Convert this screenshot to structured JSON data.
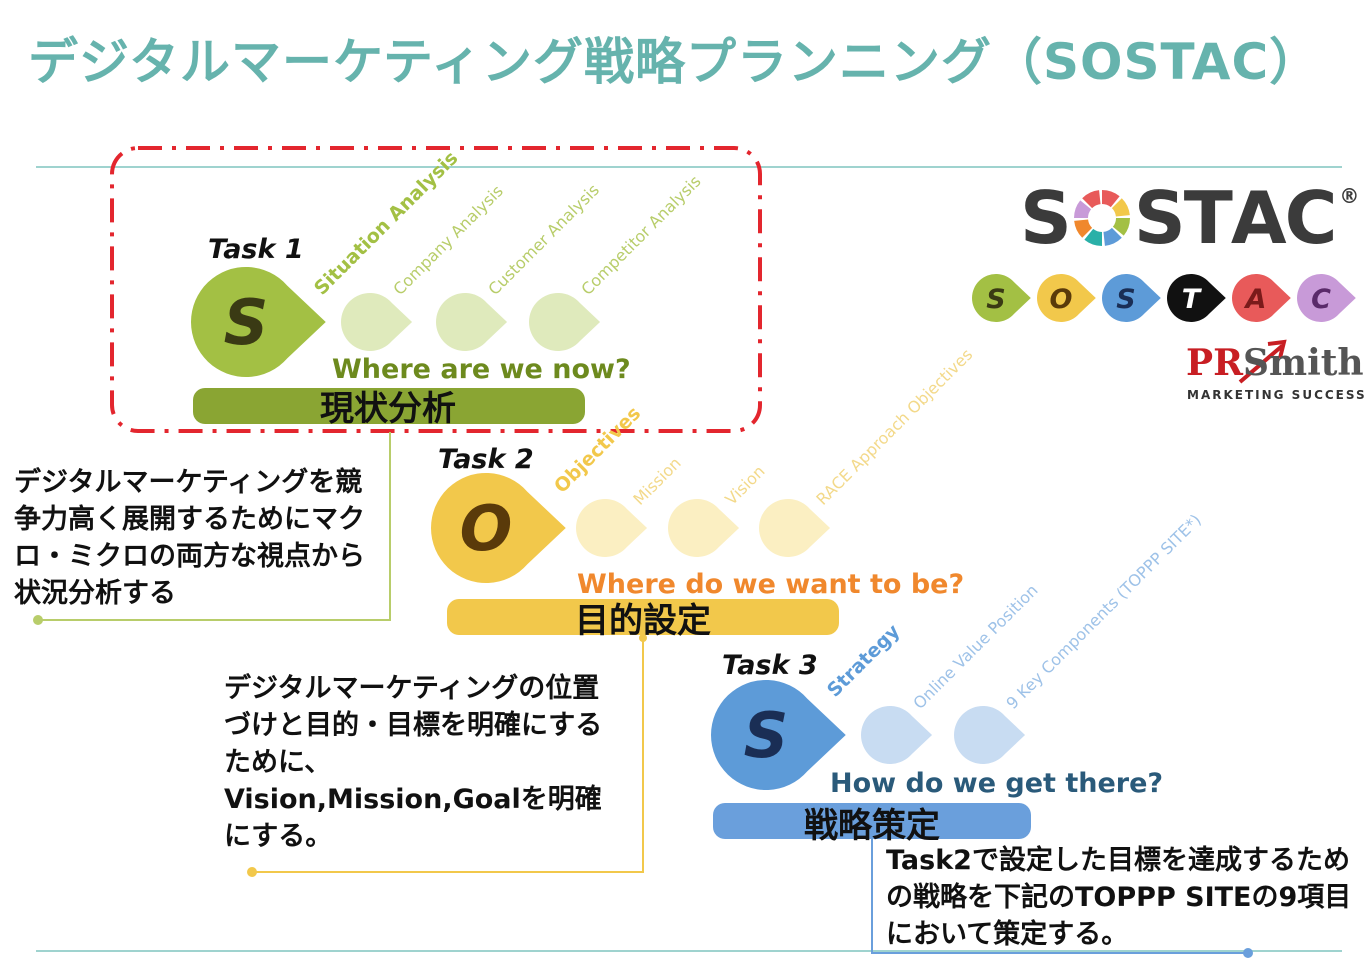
{
  "title": "デジタルマーケティング戦略プランニング（SOSTAC）",
  "tasks": [
    {
      "task_label": "Task 1",
      "letter": "S",
      "main_item": "Situation Analysis",
      "sub_items": [
        "Company Analysis",
        "Customer Analysis",
        "Competitor Analysis"
      ],
      "question": "Where are we now?",
      "bar_label": "現状分析",
      "color": "#a3c044",
      "dark_color": "#8aa533",
      "light_color": "#dfeabc",
      "question_color": "#6d8a1e",
      "letter_color": "#3a3a14"
    },
    {
      "task_label": "Task 2",
      "letter": "O",
      "main_item": "Objectives",
      "sub_items": [
        "Mission",
        "Vision",
        "RACE Approach Objectives"
      ],
      "question": "Where do we want to be?",
      "bar_label": "目的設定",
      "color": "#f2c84b",
      "dark_color": "#f2c84b",
      "light_color": "#fbefc2",
      "question_color": "#f0882d",
      "letter_color": "#5a3a0a"
    },
    {
      "task_label": "Task 3",
      "letter": "S",
      "main_item": "Strategy",
      "sub_items": [
        "Online Value Position",
        "9 Key Components (TOPPP SITE*)"
      ],
      "question": "How do we get there?",
      "bar_label": "戦略策定",
      "color": "#5d9bd8",
      "dark_color": "#6a9fdc",
      "light_color": "#c8dcf2",
      "question_color": "#2a5a7a",
      "letter_color": "#1a2e55"
    }
  ],
  "descriptions": [
    "デジタルマーケティングを競争力高く展開するためにマクロ・ミクロの両方な視点から状況分析する",
    "デジタルマーケティングの位置づけと目的・目標を明確にするために、Vision,Mission,Goalを明確にする。",
    "Task2で設定した目標を達成するための戦略を下記のTOPPP SITEの9項目において策定する。"
  ],
  "logo": {
    "letters": [
      "S",
      "O",
      "S",
      "T",
      "A",
      "C"
    ],
    "badge_colors": [
      "#a3c044",
      "#f2c84b",
      "#5d9bd8",
      "#111111",
      "#e85a5a",
      "#c89ad8"
    ],
    "badge_text_colors": [
      "#3a3a14",
      "#5a3a0a",
      "#1a2e55",
      "#ffffff",
      "#7a1a1a",
      "#5a2a6a"
    ],
    "reg_mark": "®",
    "brand_pr": "PR",
    "brand_smith": "Smith",
    "tagline": "MARKETING SUCCESS"
  },
  "colors": {
    "title": "#66b3ad",
    "divider": "#9fd3cf",
    "dashed_frame": "#e3262e"
  }
}
